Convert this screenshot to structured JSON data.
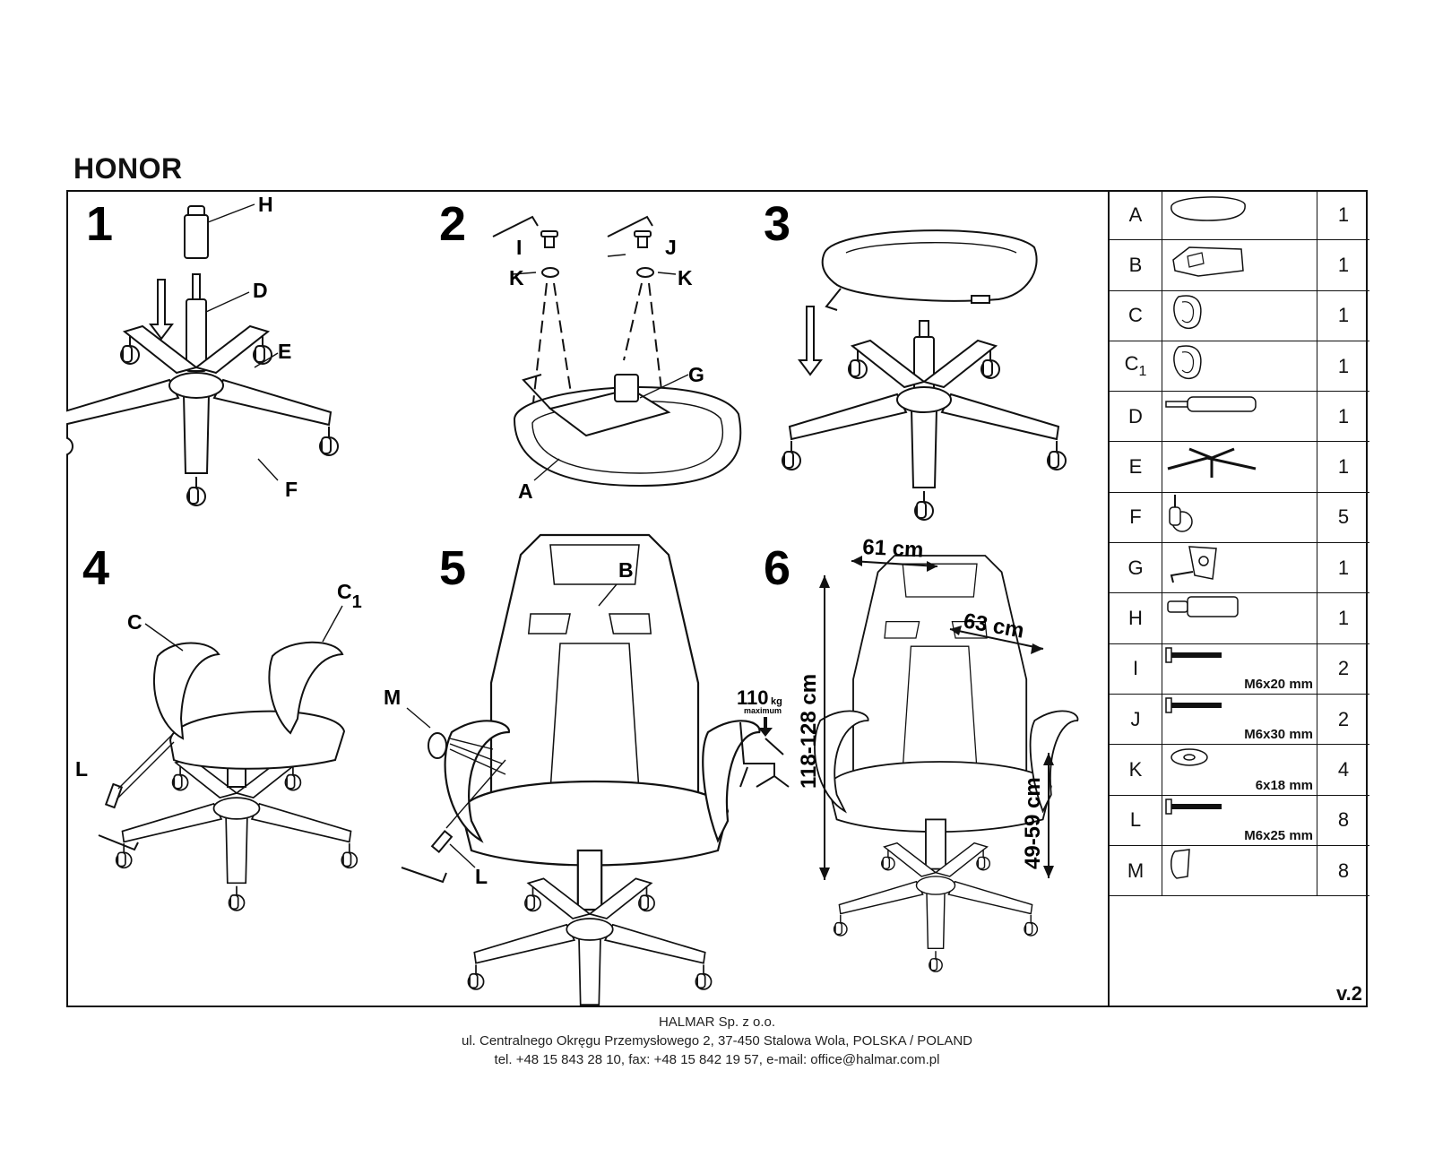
{
  "title": "HONOR",
  "version": "v.2",
  "steps": [
    {
      "number": "1",
      "labels": {
        "h": "H",
        "d": "D",
        "e": "E",
        "f": "F"
      }
    },
    {
      "number": "2",
      "labels": {
        "i": "I",
        "j": "J",
        "k1": "K",
        "k2": "K",
        "g": "G",
        "a": "A"
      }
    },
    {
      "number": "3"
    },
    {
      "number": "4",
      "labels": {
        "c": "C",
        "c1": "C",
        "c1_sub": "1",
        "l": "L"
      }
    },
    {
      "number": "5",
      "labels": {
        "b": "B",
        "m": "M",
        "l": "L"
      }
    },
    {
      "number": "6",
      "labels": {
        "width": "61 cm",
        "depth": "63 cm",
        "height": "118-128 cm",
        "seat_height": "49-59 cm",
        "load": "110",
        "load_unit": "kg",
        "load_note": "maximum"
      }
    }
  ],
  "parts": [
    {
      "id": "A",
      "sub": "",
      "icon": "seat-cushion-icon",
      "qty": "1",
      "size": ""
    },
    {
      "id": "B",
      "sub": "",
      "icon": "backrest-icon",
      "qty": "1",
      "size": ""
    },
    {
      "id": "C",
      "sub": "",
      "icon": "armrest-icon",
      "qty": "1",
      "size": ""
    },
    {
      "id": "C",
      "sub": "1",
      "icon": "armrest-icon",
      "qty": "1",
      "size": ""
    },
    {
      "id": "D",
      "sub": "",
      "icon": "gas-lift-icon",
      "qty": "1",
      "size": ""
    },
    {
      "id": "E",
      "sub": "",
      "icon": "star-base-icon",
      "qty": "1",
      "size": ""
    },
    {
      "id": "F",
      "sub": "",
      "icon": "caster-icon",
      "qty": "5",
      "size": ""
    },
    {
      "id": "G",
      "sub": "",
      "icon": "tilt-mechanism-icon",
      "qty": "1",
      "size": ""
    },
    {
      "id": "H",
      "sub": "",
      "icon": "gas-lift-cover-icon",
      "qty": "1",
      "size": ""
    },
    {
      "id": "I",
      "sub": "",
      "icon": "screw-icon",
      "qty": "2",
      "size": "M6x20 mm"
    },
    {
      "id": "J",
      "sub": "",
      "icon": "screw-icon",
      "qty": "2",
      "size": "M6x30 mm"
    },
    {
      "id": "K",
      "sub": "",
      "icon": "washer-icon",
      "qty": "4",
      "size": "6x18 mm"
    },
    {
      "id": "L",
      "sub": "",
      "icon": "screw-icon",
      "qty": "8",
      "size": "M6x25 mm"
    },
    {
      "id": "M",
      "sub": "",
      "icon": "cap-icon",
      "qty": "8",
      "size": ""
    }
  ],
  "footer": {
    "company": "HALMAR Sp. z o.o.",
    "address": "ul. Centralnego Okręgu Przemysłowego 2, 37-450 Stalowa Wola, POLSKA / POLAND",
    "contact": "tel. +48 15 843 28 10, fax: +48 15 842 19 57, e-mail: office@halmar.com.pl"
  }
}
